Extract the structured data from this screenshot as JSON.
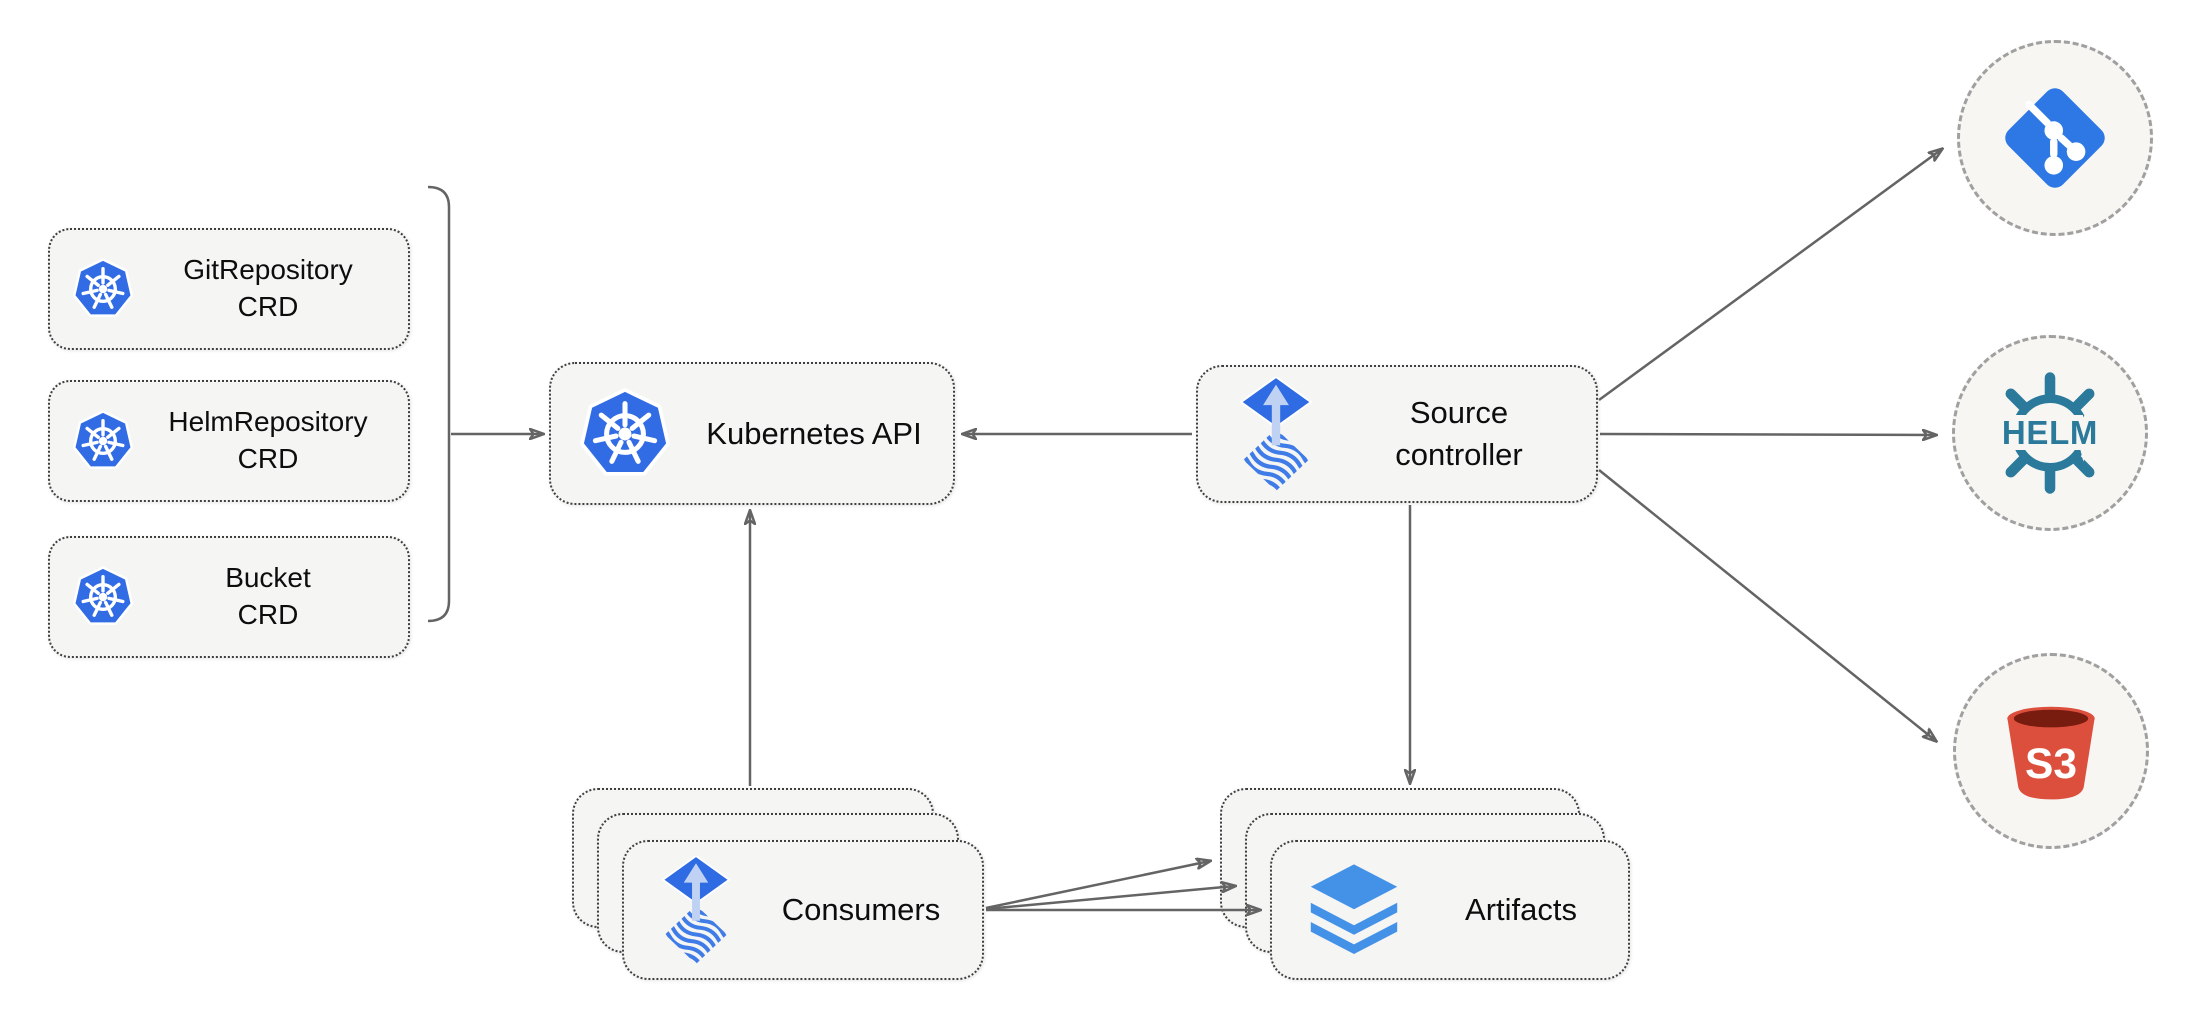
{
  "title": "Flux source-controller architecture diagram",
  "colors": {
    "background": "#ffffff",
    "node_fill": "#f5f5f4",
    "node_border": "#3f3f3f",
    "circle_fill": "#f7f6f3",
    "circle_border": "#a0a0a0",
    "connector_gray": "#646464",
    "kubernetes_blue": "#326ce5",
    "flux_blue": "#2f6be3",
    "flux_arrow_light": "#bfd2f3",
    "flux_wave_blue": "#3f7ce8",
    "layers_blue": "#4492e8",
    "git_blue": "#2d78e4",
    "helm_teal": "#2b7a9c",
    "s3_red": "#dd4f3d",
    "s3_dark_red": "#791c10",
    "text": "#0d0d0d"
  },
  "nodes": {
    "crds": [
      {
        "id": "gitrepository-crd",
        "line1": "GitRepository",
        "line2": "CRD",
        "icon": "kubernetes-icon"
      },
      {
        "id": "helmrepository-crd",
        "line1": "HelmRepository",
        "line2": "CRD",
        "icon": "kubernetes-icon"
      },
      {
        "id": "bucket-crd",
        "line1": "Bucket",
        "line2": "CRD",
        "icon": "kubernetes-icon"
      }
    ],
    "kubernetes_api": {
      "label": "Kubernetes API",
      "icon": "kubernetes-icon"
    },
    "source_controller": {
      "line1": "Source",
      "line2": "controller",
      "icon": "flux-icon"
    },
    "consumers": {
      "label": "Consumers",
      "icon": "flux-icon",
      "stacked": 3
    },
    "artifacts": {
      "label": "Artifacts",
      "icon": "layers-icon",
      "stacked": 3
    }
  },
  "external_sources": {
    "git": {
      "icon": "git-icon"
    },
    "helm": {
      "icon": "helm-icon",
      "label": "HELM"
    },
    "s3": {
      "icon": "s3-bucket-icon",
      "label": "S3"
    }
  },
  "edges": [
    {
      "from": "crd-group-bracket",
      "to": "kubernetes-api"
    },
    {
      "from": "source-controller",
      "to": "kubernetes-api"
    },
    {
      "from": "consumers",
      "to": "kubernetes-api"
    },
    {
      "from": "source-controller",
      "to": "artifacts"
    },
    {
      "from": "source-controller",
      "to": "git"
    },
    {
      "from": "source-controller",
      "to": "helm"
    },
    {
      "from": "source-controller",
      "to": "s3"
    },
    {
      "from": "consumers",
      "to": "artifacts",
      "count": 3
    }
  ]
}
